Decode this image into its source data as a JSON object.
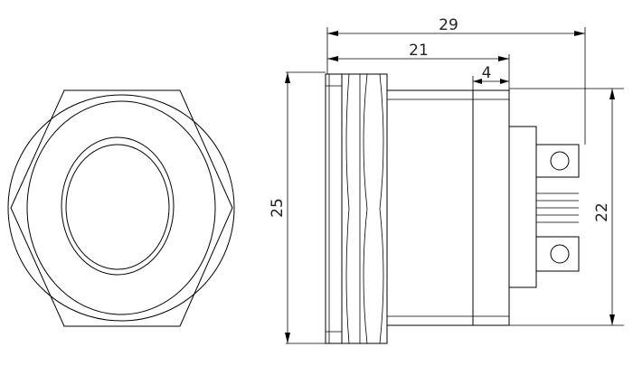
{
  "dimensions": {
    "overall_length": "29",
    "body_length": "21",
    "terminal_offset": "4",
    "bezel_diameter": "25",
    "body_diameter": "22"
  }
}
